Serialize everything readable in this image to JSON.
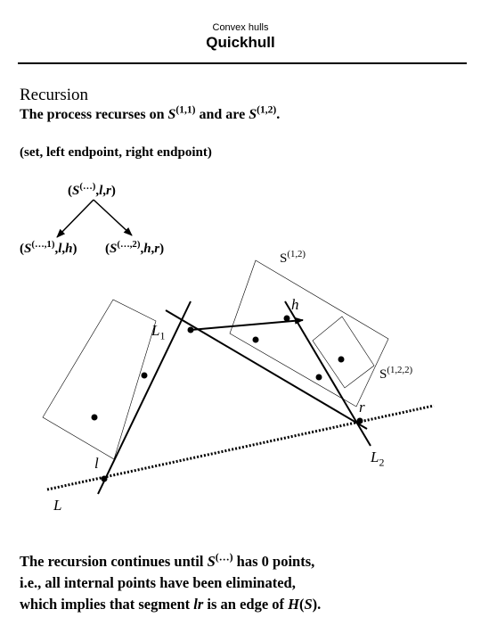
{
  "header": {
    "small_title": "Convex hulls",
    "title": "Quickhull"
  },
  "section": {
    "heading": "Recursion",
    "subtitle_prefix": "The process recurses on ",
    "subtitle_set1": "S",
    "subtitle_sup1": "(1,1)",
    "subtitle_mid": " and are ",
    "subtitle_set2": "S",
    "subtitle_sup2": "(1,2)",
    "subtitle_end": "."
  },
  "tuple_definition": "(set, left endpoint, right endpoint)",
  "tree": {
    "root": {
      "open": "(",
      "set": "S",
      "sup": "(…)",
      "sep1": ",",
      "a": "l",
      "sep2": ",",
      "b": "r",
      "close": ")"
    },
    "left": {
      "open": "(",
      "set": "S",
      "sup": "(…,1)",
      "sep1": ",",
      "a": "l",
      "sep2": ",",
      "b": "h",
      "close": ")"
    },
    "right": {
      "open": "(",
      "set": "S",
      "sup": "(…,2)",
      "sep1": ",",
      "a": "h",
      "sep2": ",",
      "b": "r",
      "close": ")"
    }
  },
  "diagram_labels": {
    "s12": {
      "base": "S",
      "sup": "(1,2)"
    },
    "h": "h",
    "l1": {
      "base": "L",
      "sub": "1"
    },
    "s122": {
      "base": "S",
      "sup": "(1,2,2)"
    },
    "r": "r",
    "l": "l",
    "l2": {
      "base": "L",
      "sub": "2"
    },
    "L": "L"
  },
  "conclusion": {
    "line1_prefix": "The recursion continues until ",
    "line1_set": "S",
    "line1_sup": "(…)",
    "line1_suffix": " has 0 points,",
    "line2": "i.e., all internal points have been eliminated,",
    "line3_prefix": "which implies that segment ",
    "line3_seg": "lr",
    "line3_mid": " is an edge of ",
    "line3_H": "H",
    "line3_open": "(",
    "line3_S": "S",
    "line3_close": ")."
  }
}
